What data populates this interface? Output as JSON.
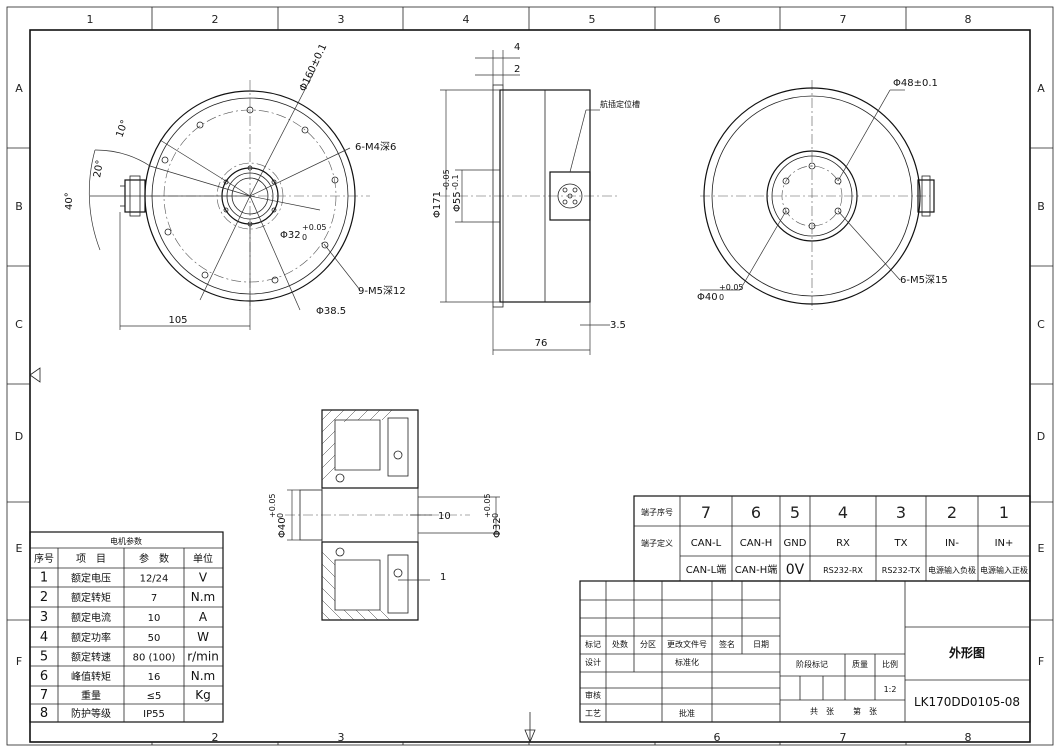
{
  "grid": {
    "cols": [
      "1",
      "2",
      "3",
      "4",
      "5",
      "6",
      "7",
      "8"
    ],
    "rows": [
      "A",
      "B",
      "C",
      "D",
      "E",
      "F"
    ]
  },
  "front_view": {
    "d160": "Φ160±0.1",
    "m4": "6-M4深6",
    "ang10": "10°",
    "ang20": "20°",
    "ang40": "40°",
    "d32": "Φ32",
    "d32_tol": "+0.05",
    "d32_tol0": "0",
    "m5": "9-M5深12",
    "d38": "Φ38.5",
    "w105": "105"
  },
  "side_view": {
    "w4": "4",
    "w2": "2",
    "d171": "Φ171",
    "d55": "Φ55",
    "d55_tol": "-0.05",
    "d55_tol2": "-0.1",
    "conn_label": "航插定位槽",
    "w3_5": "3.5",
    "w76": "76"
  },
  "rear_view": {
    "d48": "Φ48±0.1",
    "d40": "Φ40",
    "d40_tol": "+0.05",
    "d40_tol0": "0",
    "m5_15": "6-M5深15"
  },
  "section_view": {
    "d40": "Φ40",
    "d40_tol": "+0.05",
    "d40_tol0": "0",
    "d32": "Φ32",
    "d32_tol": "+0.05",
    "d32_tol0": "0",
    "w10": "10",
    "w1": "1"
  },
  "terminal_table": {
    "row1_head": "端子序号",
    "row2_head": "端子定义",
    "numbers": [
      "7",
      "6",
      "5",
      "4",
      "3",
      "2",
      "1"
    ],
    "defs": [
      "CAN-L",
      "CAN-H",
      "GND",
      "RX",
      "TX",
      "IN-",
      "IN+"
    ],
    "descs": [
      "CAN-L端",
      "CAN-H端",
      "0V",
      "RS232-RX",
      "RS232-TX",
      "电源输入负极",
      "电源输入正极"
    ]
  },
  "params_table": {
    "title": "电机参数",
    "headers": [
      "序号",
      "项　目",
      "参　数",
      "单位"
    ],
    "rows": [
      [
        "1",
        "额定电压",
        "12/24",
        "V"
      ],
      [
        "2",
        "额定转矩",
        "7",
        "N.m"
      ],
      [
        "3",
        "额定电流",
        "10",
        "A"
      ],
      [
        "4",
        "额定功率",
        "50",
        "W"
      ],
      [
        "5",
        "额定转速",
        "80 (100)",
        "r/min"
      ],
      [
        "6",
        "峰值转矩",
        "16",
        "N.m"
      ],
      [
        "7",
        "重量",
        "≤5",
        "Kg"
      ],
      [
        "8",
        "防护等级",
        "IP55",
        ""
      ]
    ]
  },
  "title_block": {
    "r_biaoji": "标记",
    "r_chushu": "处数",
    "r_fenqu": "分区",
    "r_file": "更改文件号",
    "r_sign": "签名",
    "r_date": "日期",
    "r_design": "设计",
    "r_std": "标准化",
    "r_stage": "阶段标记",
    "r_weight": "质量",
    "r_scale": "比例",
    "scale": "1:2",
    "r_review": "审核",
    "r_process": "工艺",
    "r_approve": "批准",
    "r_total": "共　张",
    "r_sheet": "第　张",
    "drawing_name": "外形图",
    "drawing_no": "LK170DD0105-08"
  }
}
